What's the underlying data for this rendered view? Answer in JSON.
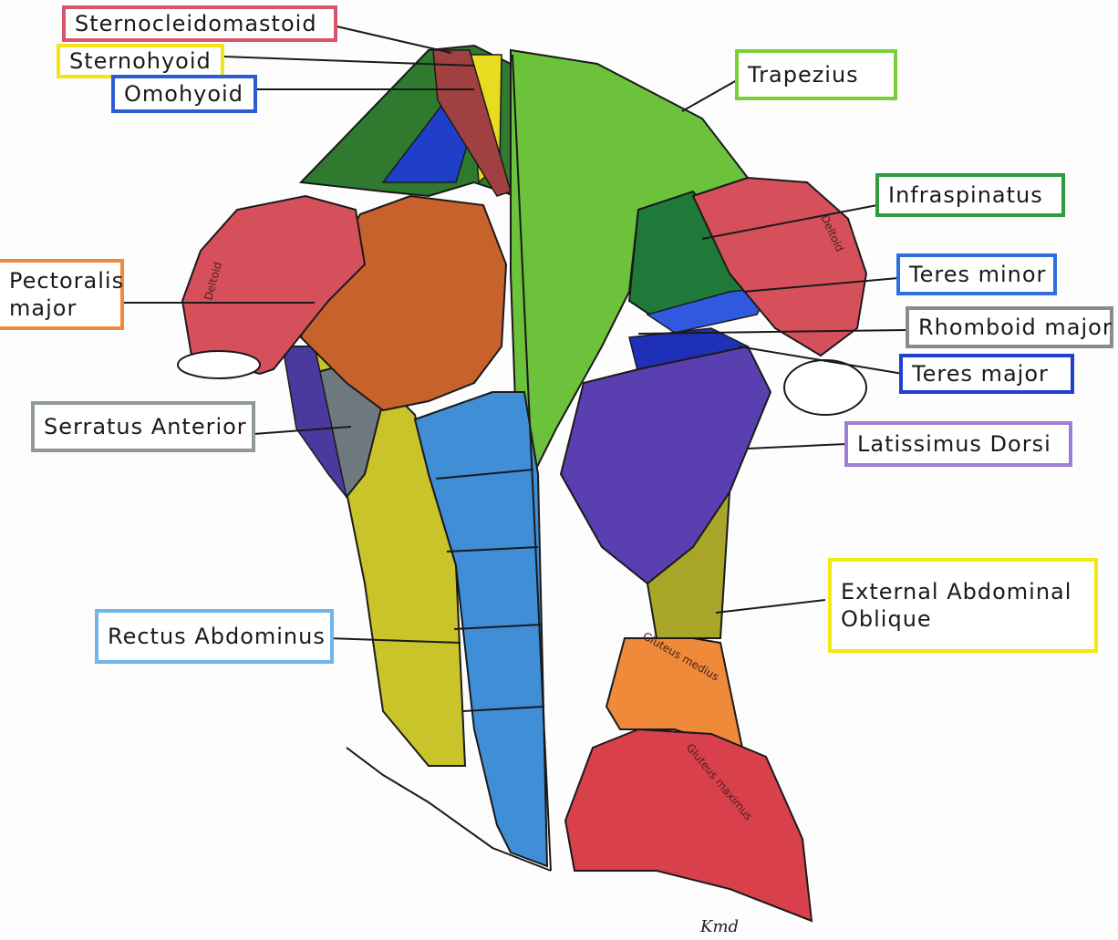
{
  "labels": {
    "sternocleidomastoid": {
      "text": "Sternocleidomastoid",
      "color": "#d9546a"
    },
    "sternohyoid": {
      "text": "Sternohyoid",
      "color": "#f2e418"
    },
    "omohyoid": {
      "text": "Omohyoid",
      "color": "#2b5cd6"
    },
    "trapezius": {
      "text": "Trapezius",
      "color": "#7bd03a"
    },
    "infraspinatus": {
      "text": "Infraspinatus",
      "color": "#2f9a3e"
    },
    "teres_minor": {
      "text": "Teres minor",
      "color": "#2f6ee0"
    },
    "rhomboid_major": {
      "text": "Rhomboid major",
      "color": "#8a8a8a"
    },
    "teres_major": {
      "text": "Teres major",
      "color": "#2040d0"
    },
    "latissimus_dorsi": {
      "text": "Latissimus Dorsi",
      "color": "#9b80d0"
    },
    "pectoralis_major": {
      "line1": "Pectoralis",
      "line2": "major",
      "color": "#f08a3a"
    },
    "serratus_anterior": {
      "text": "Serratus Anterior",
      "color": "#8f9a90"
    },
    "external_abdominal_oblique": {
      "line1": "External Abdominal",
      "line2": "Oblique",
      "color": "#f4e810"
    },
    "rectus_abdominus": {
      "text": "Rectus Abdominus",
      "color": "#6fb6ec"
    }
  },
  "muscle_annotations": {
    "deltoid_left": "Deltoid",
    "deltoid_right": "Deltoid",
    "gluteus_medius": "Gluteus medius",
    "gluteus_maximus": "Gluteus maximus"
  },
  "signature": "Kmd",
  "colors": {
    "deltoid": "#d6505c",
    "pectoralis": "#c8622c",
    "trapezius": "#6cc23a",
    "infraspinatus": "#1f7a3a",
    "latissimus": "#5a3fb0",
    "rectus": "#3f8ed6",
    "oblique": "#c8c42a",
    "gluteus_medius": "#ee8a3a",
    "gluteus_maximus": "#d8404c",
    "serratus": "#6f7a80",
    "teres": "#1f3fc8",
    "sternocleido": "#a04040",
    "outline": "#1a1a1a"
  }
}
